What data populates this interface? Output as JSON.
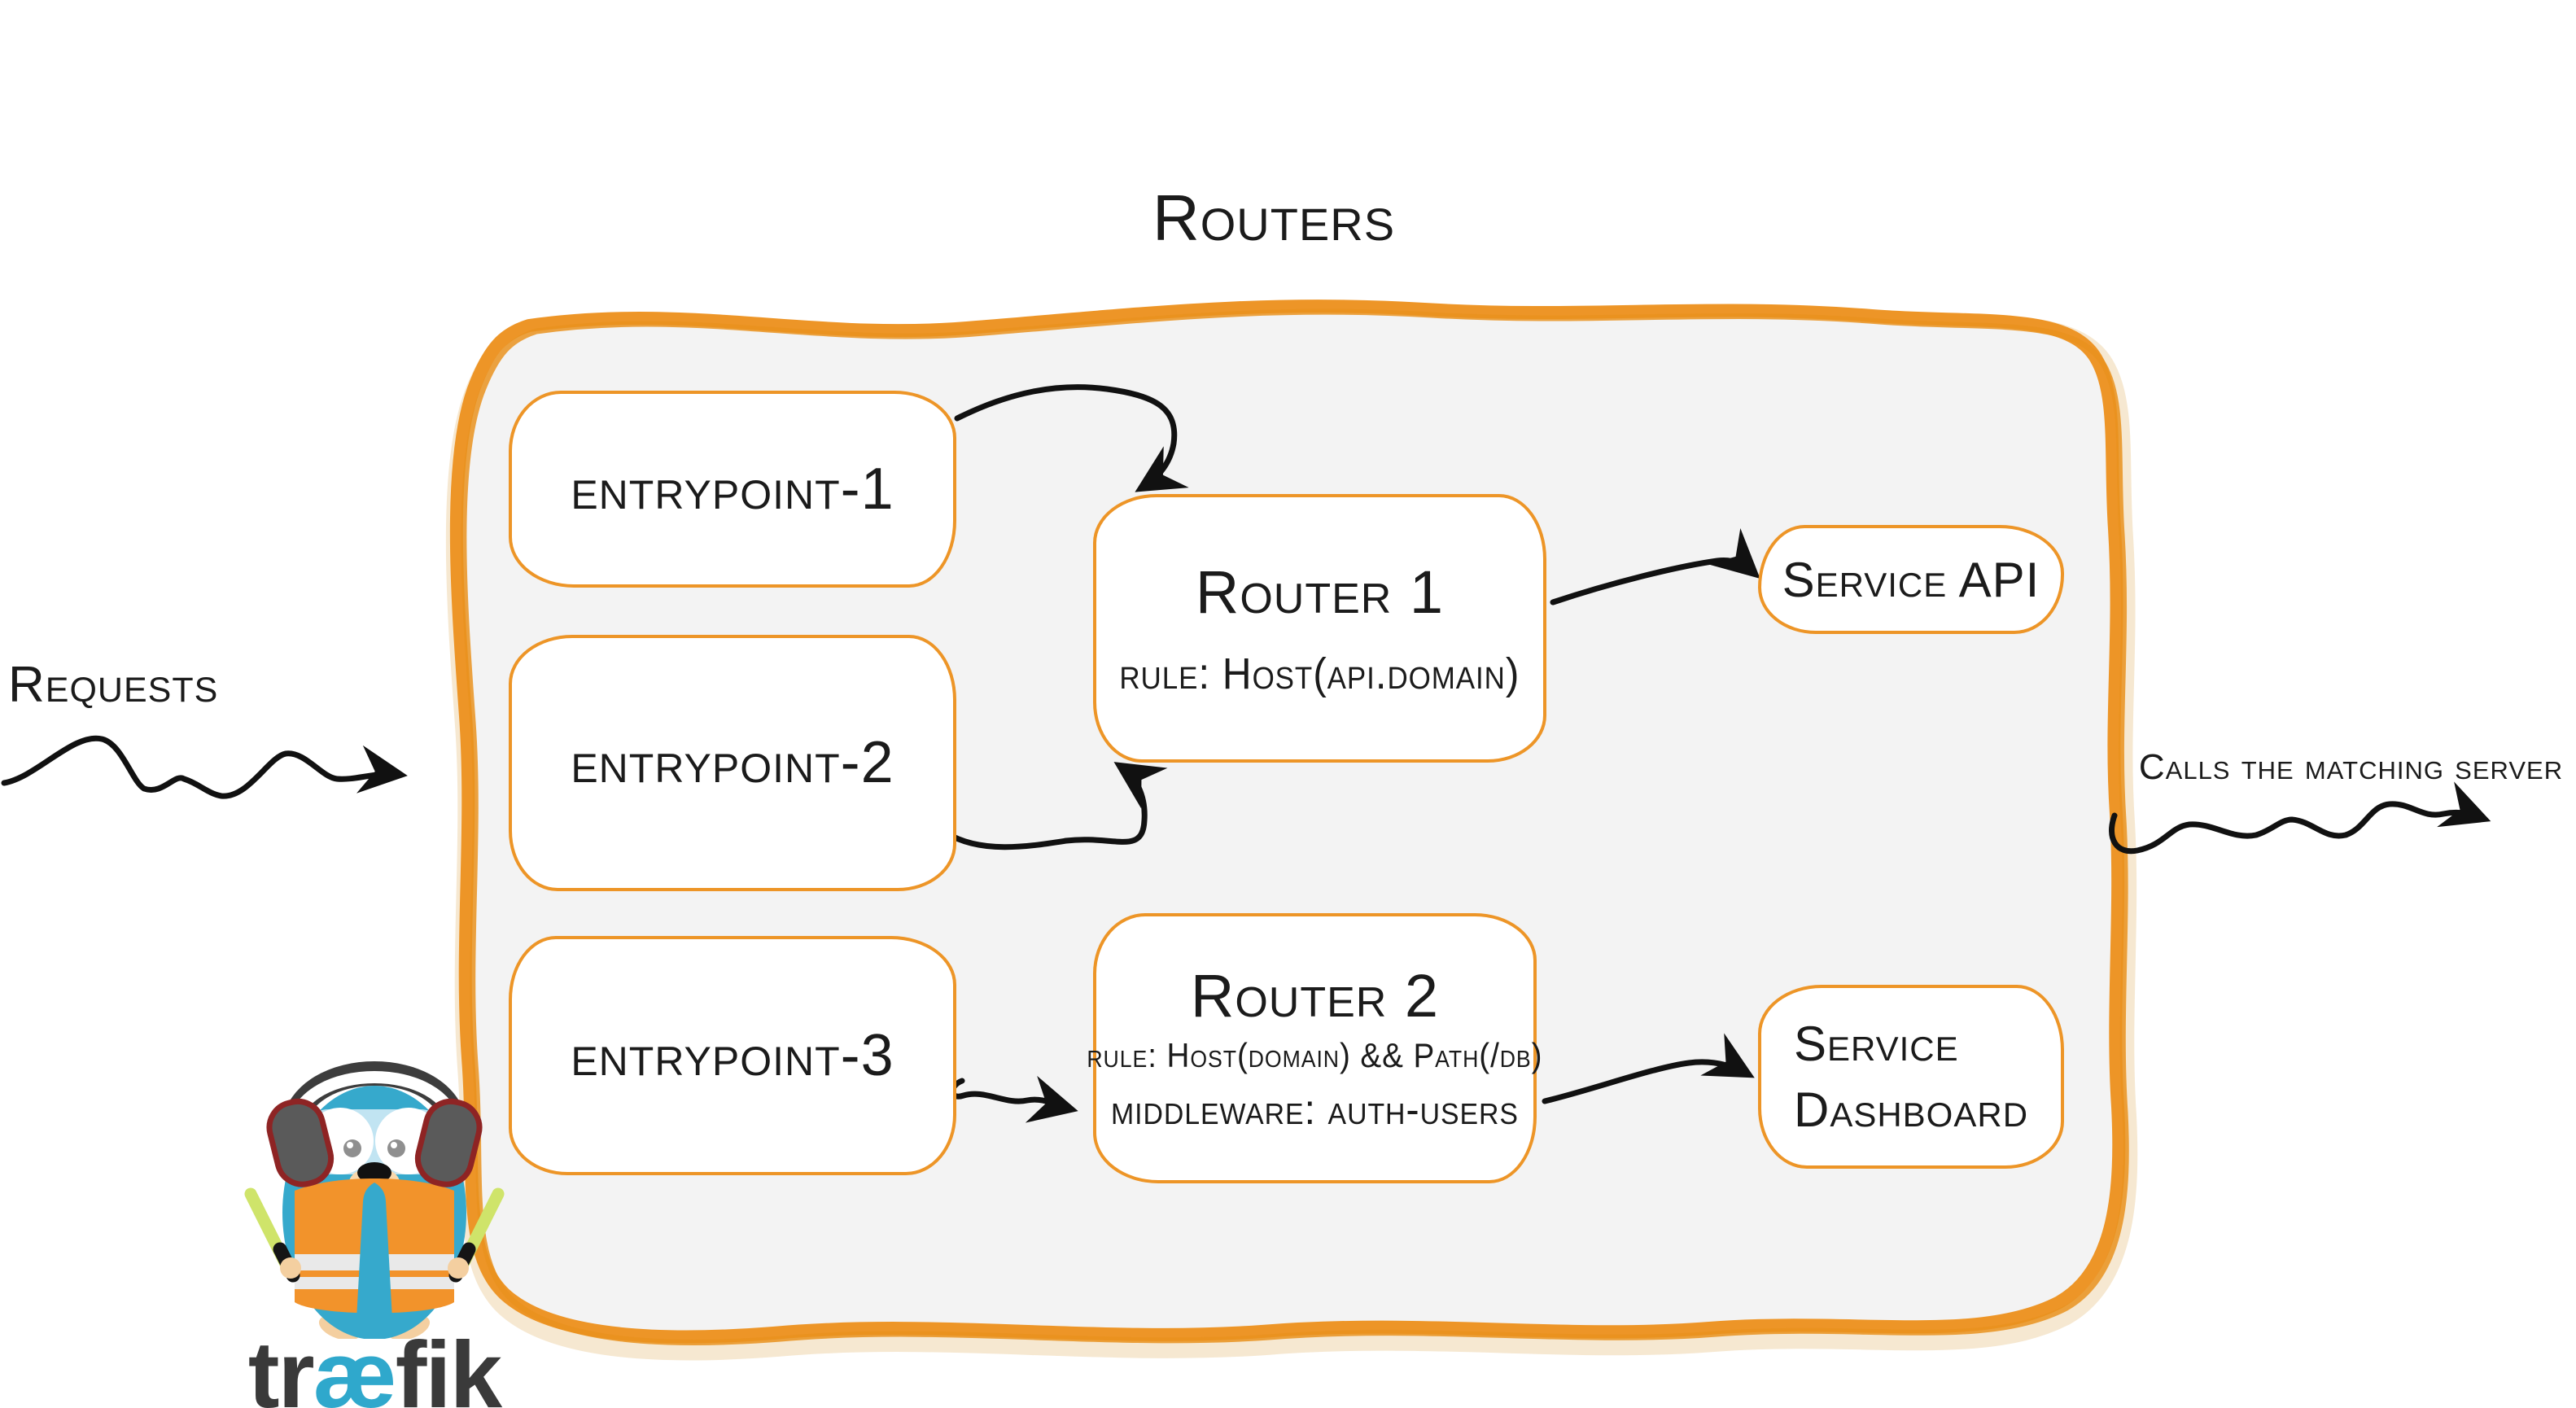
{
  "title": "Routers",
  "left_flow": {
    "label": "Requests"
  },
  "right_flow": {
    "label": "Calls the matching server"
  },
  "entrypoints": [
    {
      "label": "entrypoint-1"
    },
    {
      "label": "entrypoint-2"
    },
    {
      "label": "entrypoint-3"
    }
  ],
  "routers": [
    {
      "title": "Router 1",
      "rule": "rule: Host(api.domain)"
    },
    {
      "title": "Router 2",
      "rule": "rule: Host(domain) && Path(/db)",
      "middleware": "middleware: auth-users"
    }
  ],
  "services": [
    {
      "label": "Service API"
    },
    {
      "label": "Service Dashboard"
    }
  ],
  "logo": {
    "part1": "tr",
    "part2": "æ",
    "part3": "fik",
    "mascot": "traefik-gopher"
  },
  "colors": {
    "accent_orange": "#ED9527",
    "panel_gray": "#F3F3F3",
    "ink_black": "#1b1b1b",
    "gopher_blue": "#36A9CC",
    "vest_orange": "#F2932B",
    "wand_green": "#CFE46A",
    "wordmark_dark": "#3A3A3A",
    "wordmark_blue": "#2FA8CC"
  }
}
